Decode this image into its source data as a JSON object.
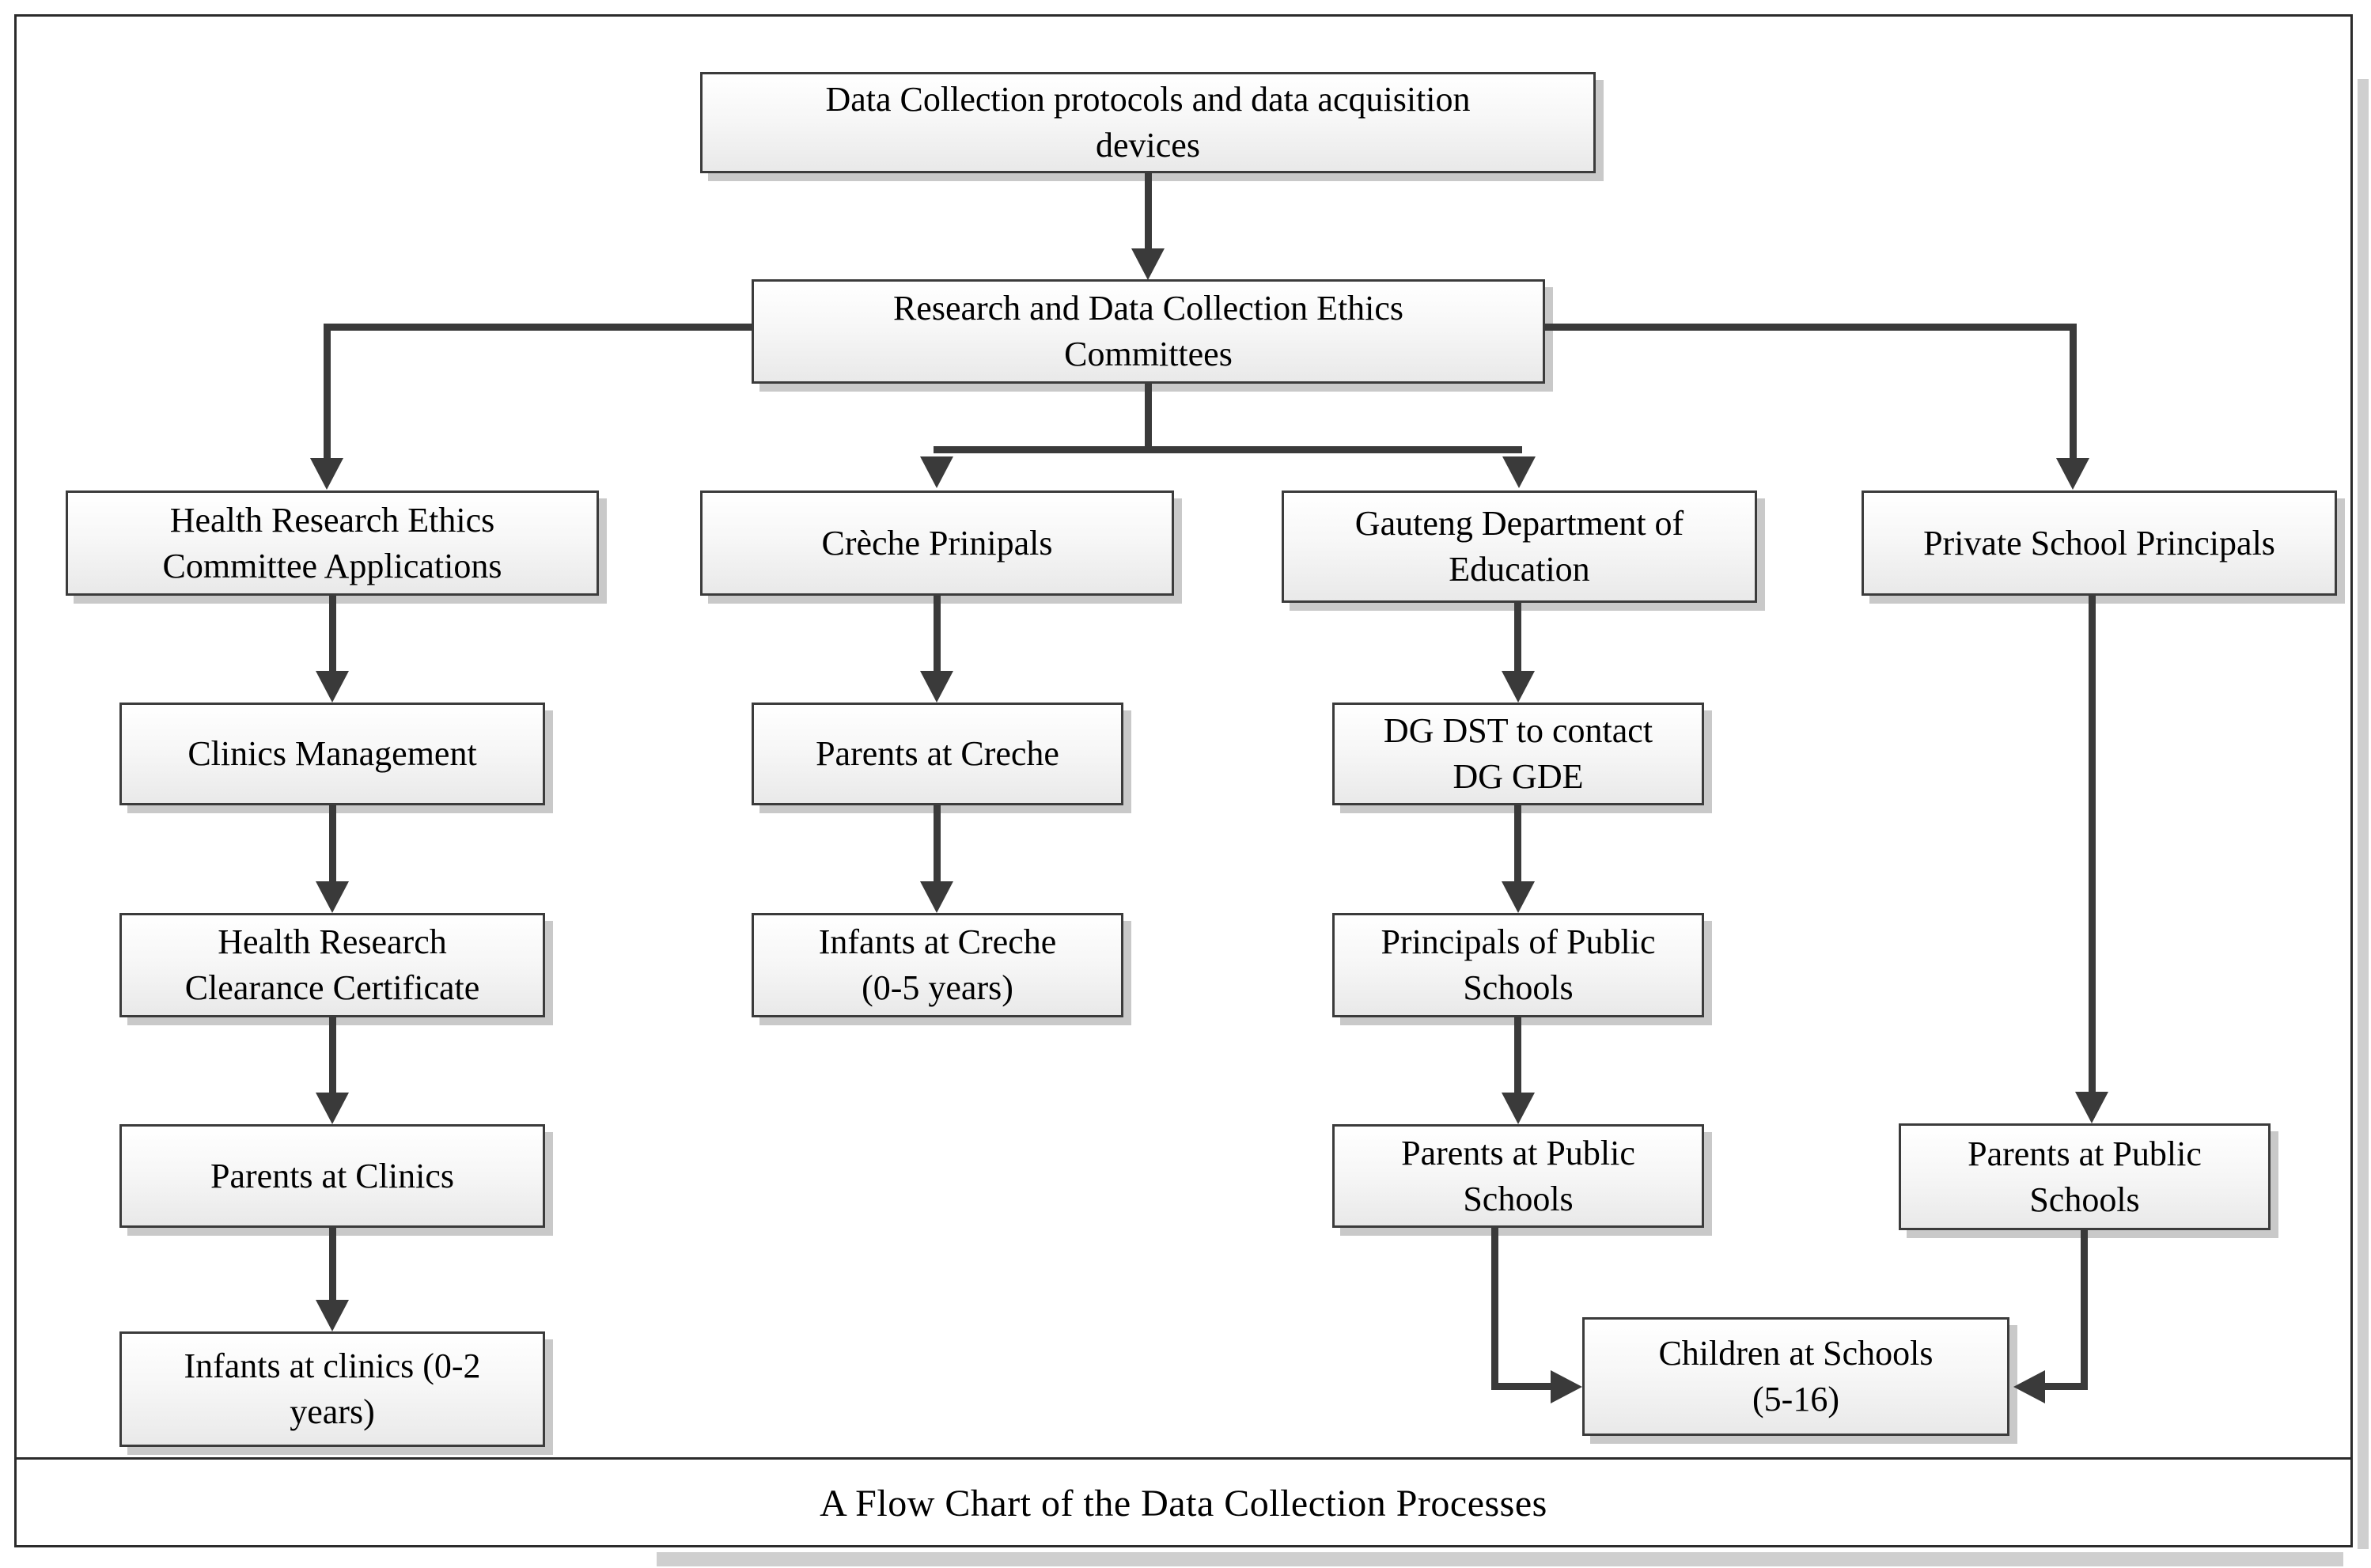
{
  "figure": {
    "caption": "A Flow Chart of the Data Collection Processes",
    "type": "flowchart",
    "colors": {
      "connector": "#3A3A3A",
      "node_border": "#3B3B3B",
      "node_fill_top": "#FFFFFF",
      "node_fill_bottom": "#E9E9E9",
      "shadow": "#C9C9C9",
      "frame_border": "#2B2B2B",
      "text": "#000000"
    }
  },
  "nodes": {
    "protocols": {
      "label": "Data Collection protocols and data acquisition\ndevices"
    },
    "ethics_committees": {
      "label": "Research and Data Collection Ethics\nCommittees"
    },
    "hrec_applications": {
      "label": "Health Research Ethics\nCommittee Applications"
    },
    "creche_principals": {
      "label": "Crèche Prinipals"
    },
    "gauteng_doe": {
      "label": "Gauteng Department of\nEducation"
    },
    "private_school_principals": {
      "label": "Private School Principals"
    },
    "clinics_management": {
      "label": "Clinics Management"
    },
    "parents_at_creche": {
      "label": "Parents at Creche"
    },
    "dg_dst_contact": {
      "label": "DG DST to contact\nDG GDE"
    },
    "health_research_clearance": {
      "label": "Health Research\nClearance Certificate"
    },
    "infants_at_creche": {
      "label": "Infants at Creche\n(0-5 years)"
    },
    "principals_public_schools": {
      "label": "Principals of Public\nSchools"
    },
    "parents_at_clinics": {
      "label": "Parents at Clinics"
    },
    "parents_public_schools_gde": {
      "label": "Parents at Public\nSchools"
    },
    "parents_public_schools_private": {
      "label": "Parents at Public\nSchools"
    },
    "infants_at_clinics": {
      "label": "Infants at clinics (0-2\nyears)"
    },
    "children_at_schools": {
      "label": "Children at Schools\n(5-16)"
    }
  },
  "edges": [
    "protocols -> ethics_committees",
    "ethics_committees -> hrec_applications",
    "ethics_committees -> creche_principals",
    "ethics_committees -> gauteng_doe",
    "ethics_committees -> private_school_principals",
    "hrec_applications -> clinics_management",
    "clinics_management -> health_research_clearance",
    "health_research_clearance -> parents_at_clinics",
    "parents_at_clinics -> infants_at_clinics",
    "creche_principals -> parents_at_creche",
    "parents_at_creche -> infants_at_creche",
    "gauteng_doe -> dg_dst_contact",
    "dg_dst_contact -> principals_public_schools",
    "principals_public_schools -> parents_public_schools_gde",
    "parents_public_schools_gde -> children_at_schools",
    "private_school_principals -> parents_public_schools_private",
    "parents_public_schools_private -> children_at_schools"
  ]
}
